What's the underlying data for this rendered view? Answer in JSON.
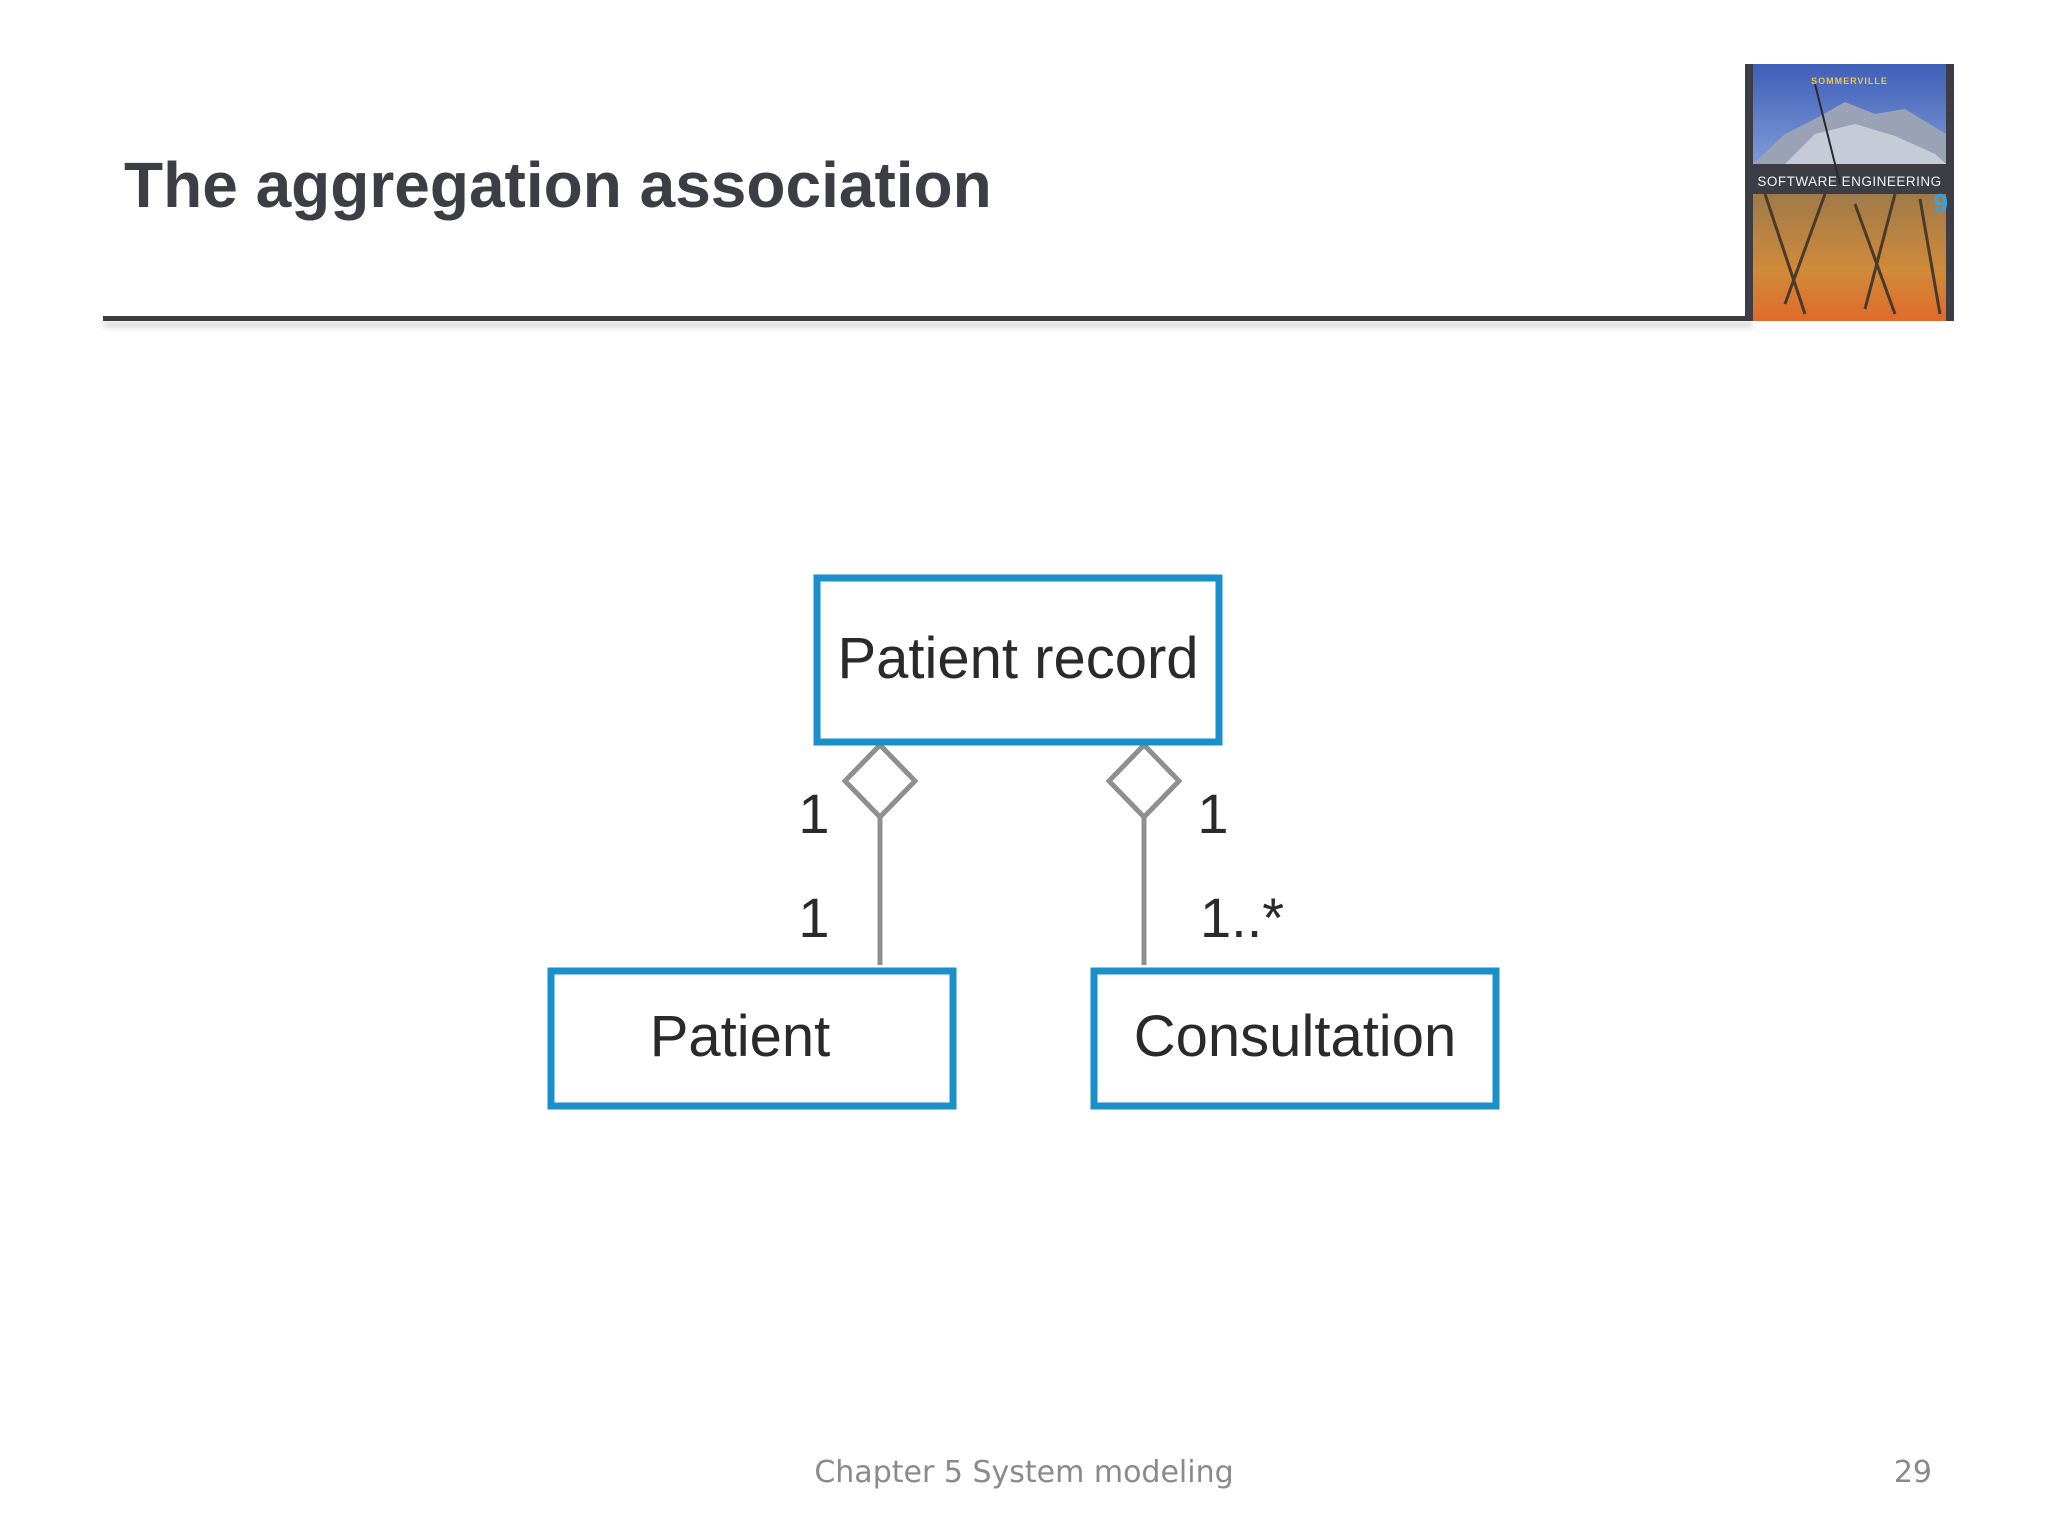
{
  "slide": {
    "title": "The aggregation association",
    "footer": "Chapter 5 System modeling",
    "page_number": "29"
  },
  "book_cover": {
    "author": "SOMMERVILLE",
    "title": "SOFTWARE ENGINEERING",
    "edition": "9"
  },
  "diagram": {
    "classes": {
      "patient_record": "Patient record",
      "patient": "Patient",
      "consultation": "Consultation"
    },
    "associations": {
      "record_patient": {
        "type": "aggregation",
        "whole_multiplicity": "1",
        "part_multiplicity": "1"
      },
      "record_consultation": {
        "type": "aggregation",
        "whole_multiplicity": "1",
        "part_multiplicity": "1..*"
      }
    }
  },
  "colors": {
    "title_text": "#3d3d45",
    "class_border": "#1a8fcc",
    "connector": "#8f8f8f",
    "footer_text": "#8a8a8a"
  }
}
